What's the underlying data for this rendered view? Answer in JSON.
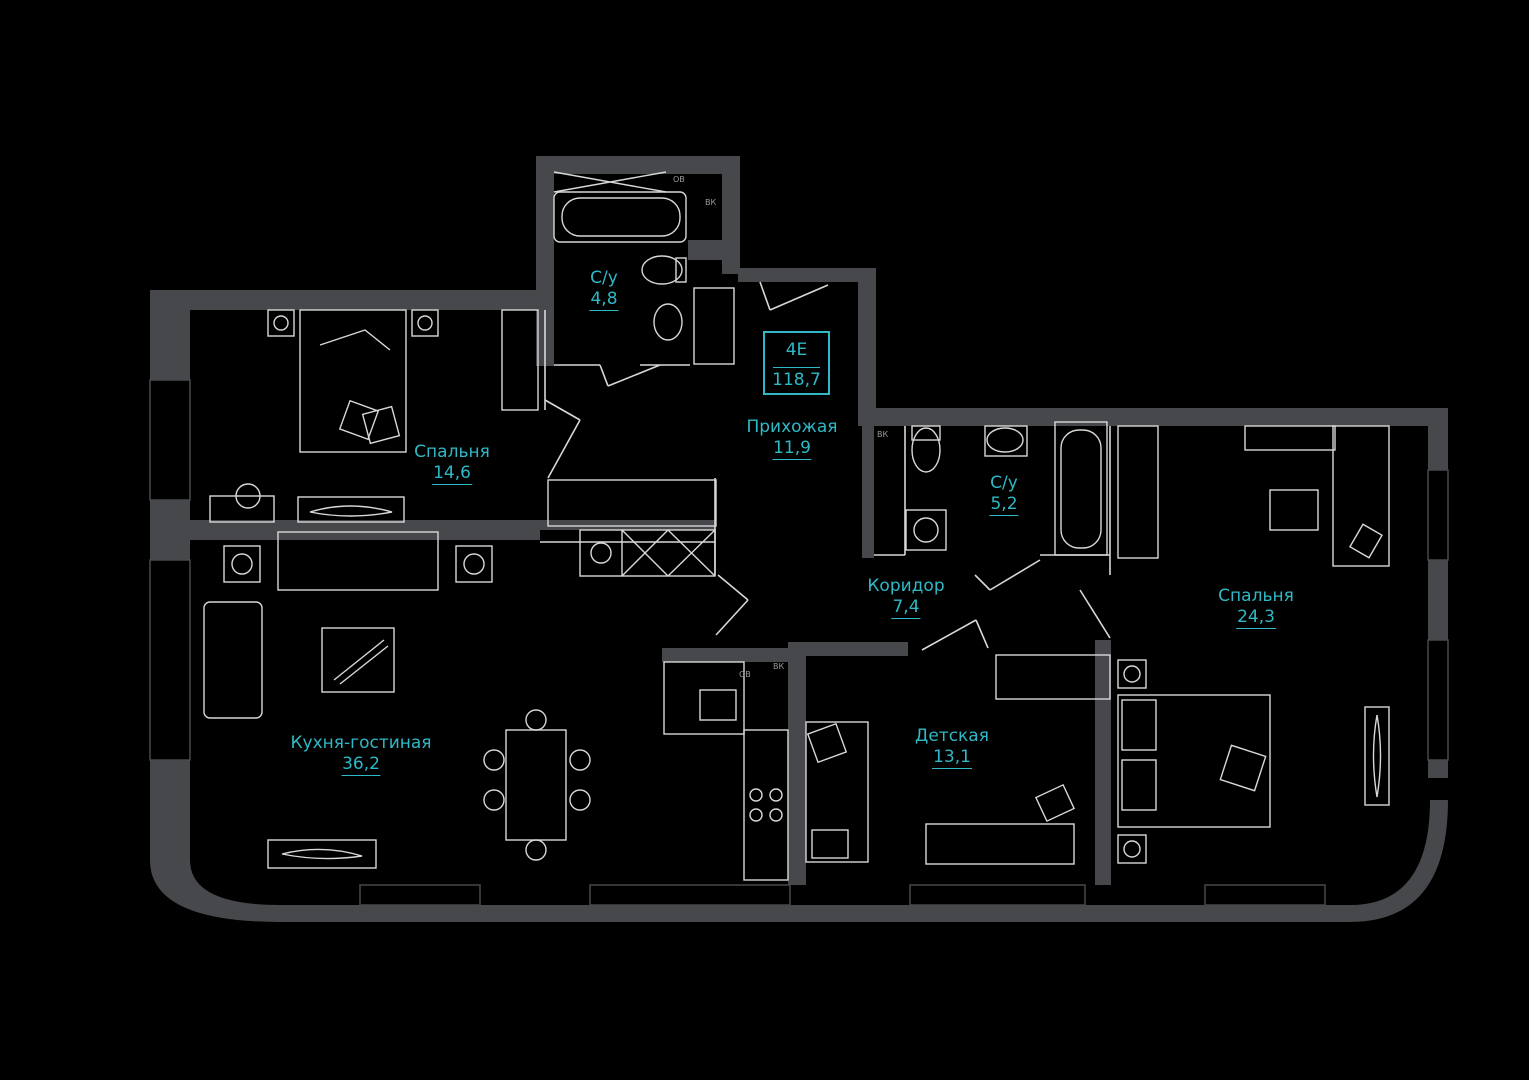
{
  "apartment": {
    "code": "4E",
    "total_area": "118,7"
  },
  "rooms": [
    {
      "name": "Спальня",
      "area": "14,6"
    },
    {
      "name": "С/у",
      "area": "4,8"
    },
    {
      "name": "Прихожая",
      "area": "11,9"
    },
    {
      "name": "С/у",
      "area": "5,2"
    },
    {
      "name": "Коридор",
      "area": "7,4"
    },
    {
      "name": "Спальня",
      "area": "24,3"
    },
    {
      "name": "Кухня-гостиная",
      "area": "36,2"
    },
    {
      "name": "Детская",
      "area": "13,1"
    }
  ],
  "tags": {
    "ov": "ОВ",
    "vk": "ВК"
  },
  "colors": {
    "background": "#000000",
    "wall": "#46484b",
    "furniture": "#d8d8d8",
    "label": "#2fb9c6"
  }
}
